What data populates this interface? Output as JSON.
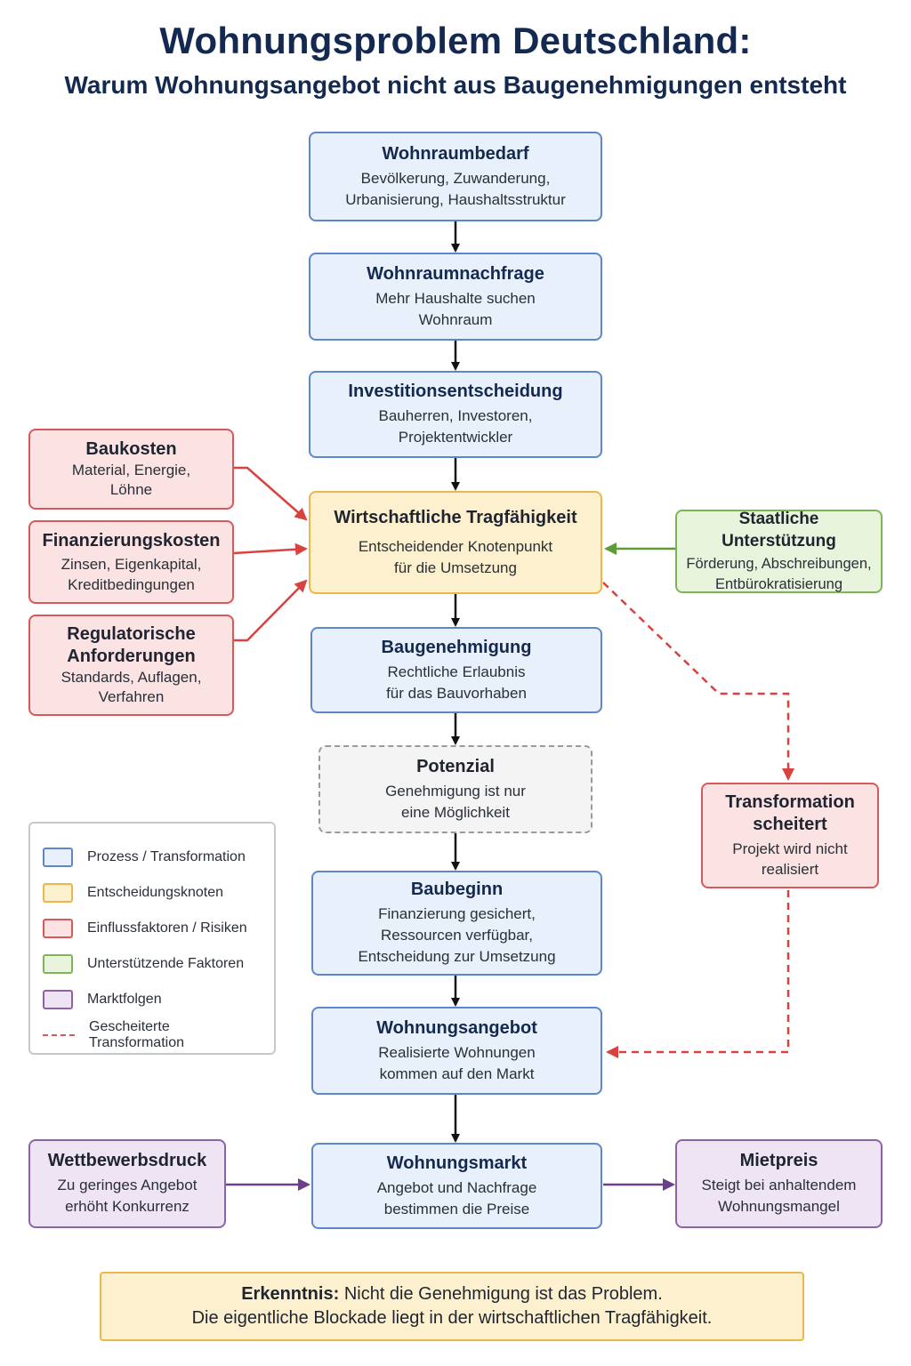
{
  "title": "Wohnungsproblem Deutschland:",
  "subtitle": "Warum Wohnungsangebot nicht aus Baugenehmigungen entsteht",
  "nodes": {
    "wohnraumbedarf": {
      "heading": "Wohnraumbedarf",
      "text": "Bevölkerung, Zuwanderung,\nUrbanisierung, Haushaltsstruktur"
    },
    "wohnraumnachfrage": {
      "heading": "Wohnraumnachfrage",
      "text": "Mehr Haushalte suchen\nWohnraum"
    },
    "investition": {
      "heading": "Investitionsentscheidung",
      "text": "Bauherren, Investoren,\nProjektentwickler"
    },
    "tragfaehigkeit": {
      "heading": "Wirtschaftliche Tragfähigkeit",
      "text": "Entscheidender Knotenpunkt\nfür die Umsetzung"
    },
    "baugenehmigung": {
      "heading": "Baugenehmigung",
      "text": "Rechtliche Erlaubnis\nfür das Bauvorhaben"
    },
    "potenzial": {
      "heading": "Potenzial",
      "text": "Genehmigung ist nur\neine Möglichkeit"
    },
    "baubeginn": {
      "heading": "Baubeginn",
      "text": "Finanzierung gesichert,\nRessourcen verfügbar,\nEntscheidung zur Umsetzung"
    },
    "wohnungsangebot": {
      "heading": "Wohnungsangebot",
      "text": "Realisierte Wohnungen\nkommen auf den Markt"
    },
    "wohnungsmarkt": {
      "heading": "Wohnungsmarkt",
      "text": "Angebot und Nachfrage\nbestimmen die Preise"
    },
    "baukosten": {
      "heading": "Baukosten",
      "text": "Material, Energie,\nLöhne"
    },
    "finanzierung": {
      "heading": "Finanzierungskosten",
      "text": "Zinsen, Eigenkapital,\nKreditbedingungen"
    },
    "regulatorik": {
      "heading": "Regulatorische\nAnforderungen",
      "text": "Standards, Auflagen,\nVerfahren"
    },
    "staat": {
      "heading": "Staatliche Unterstützung",
      "text": "Förderung, Abschreibungen,\nEntbürokratisierung"
    },
    "scheitert": {
      "heading": "Transformation\nscheitert",
      "text": "Projekt wird nicht\nrealisiert"
    },
    "wettbewerb": {
      "heading": "Wettbewerbsdruck",
      "text": "Zu geringes Angebot\nerhöht Konkurrenz"
    },
    "mietpreis": {
      "heading": "Mietpreis",
      "text": "Steigt bei anhaltendem\nWohnungsmangel"
    }
  },
  "legend": [
    {
      "label": "Prozess / Transformation",
      "color": "#e8f0fb",
      "border": "#5f86c6"
    },
    {
      "label": "Entscheidungsknoten",
      "color": "#fdf0cf",
      "border": "#eab84a"
    },
    {
      "label": "Einflussfaktoren / Risiken",
      "color": "#fbe3e3",
      "border": "#d9585a"
    },
    {
      "label": "Unterstützende Faktoren",
      "color": "#e9f4dc",
      "border": "#7fb35a"
    },
    {
      "label": "Marktfolgen",
      "color": "#eee4f3",
      "border": "#8e63a6"
    },
    {
      "label": "Gescheiterte Transformation",
      "color": "#d9585a",
      "style": "dashed"
    }
  ],
  "insight": {
    "label": "Erkenntnis:",
    "line1": "Nicht die Genehmigung ist das Problem.",
    "line2": "Die eigentliche Blockade liegt in der wirtschaftlichen Tragfähigkeit."
  },
  "colors": {
    "arrow_main": "#111111",
    "arrow_risk": "#d9423f",
    "arrow_support": "#5f9b3c",
    "arrow_market": "#6b3f8c",
    "title": "#14294f"
  }
}
